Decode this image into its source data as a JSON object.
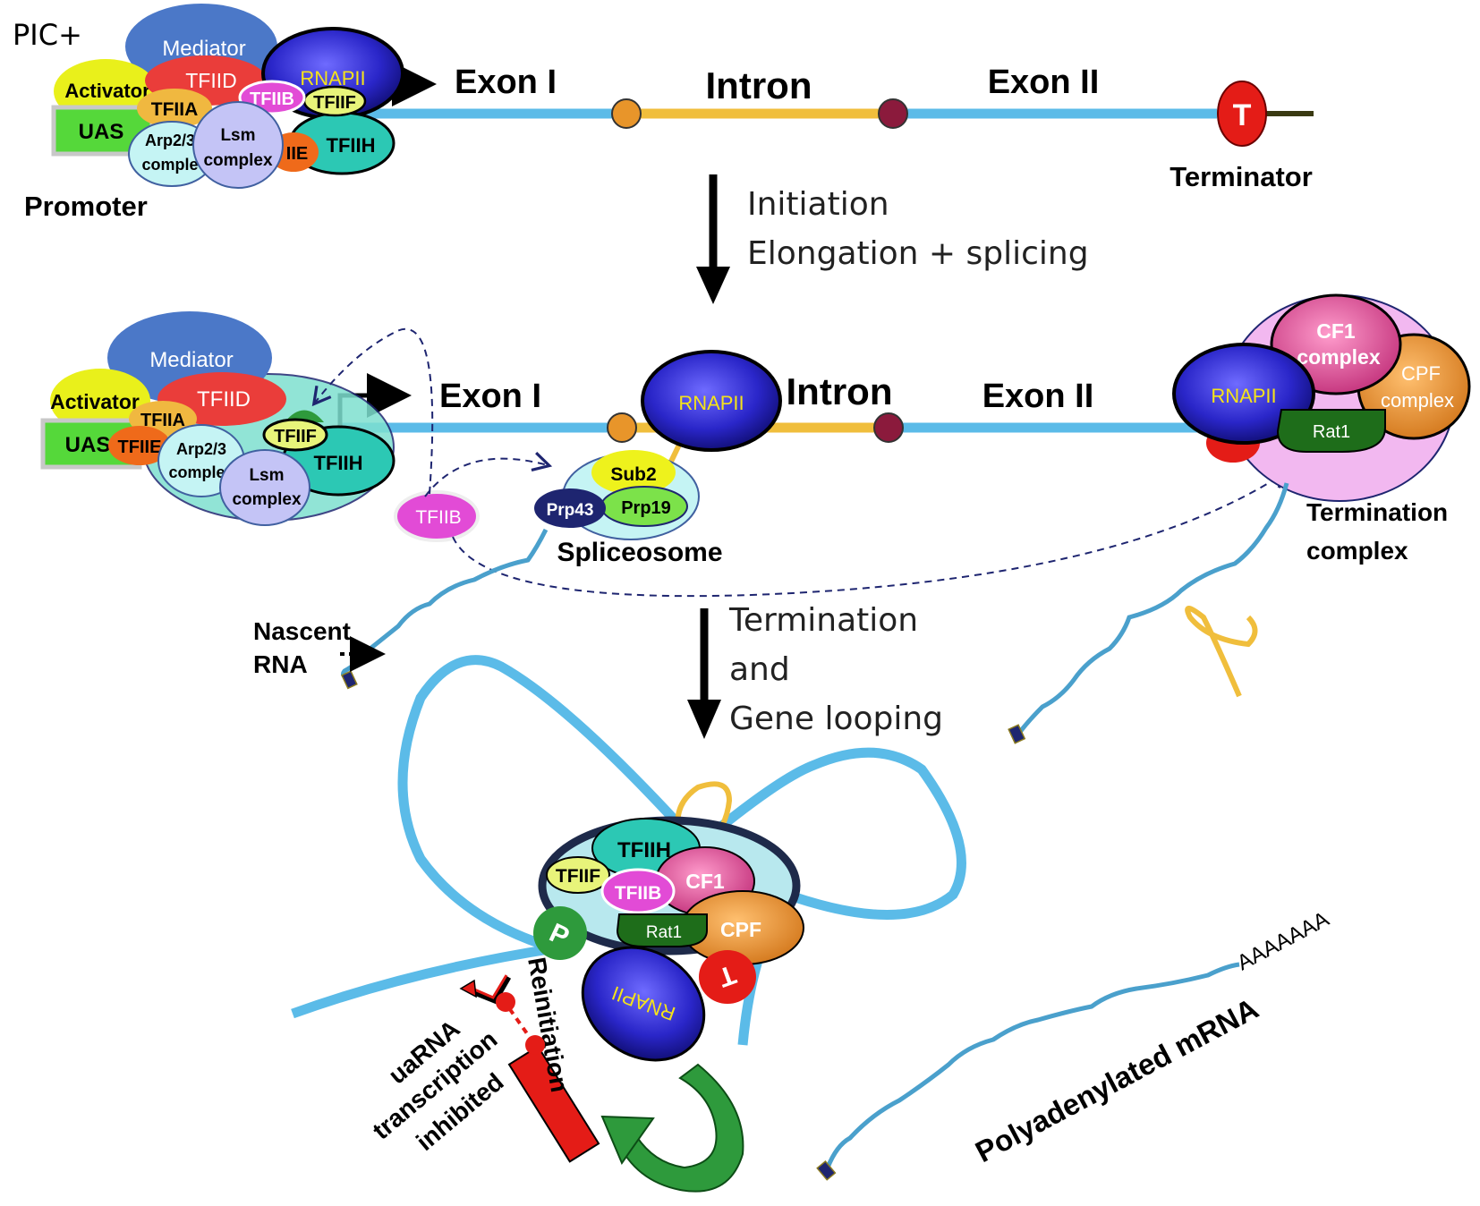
{
  "colors": {
    "dna": "#5bbbe8",
    "intron": "#f0be3c",
    "site5": "#e8952a",
    "site3": "#8b1a3c",
    "terminator": "#e41c17",
    "rnapii": "#2a26c9",
    "arrow_green": "#2e9a3c",
    "dashed": "#1e2570"
  },
  "stage1": {
    "pic_label": "PIC+",
    "promoter_label": "Promoter",
    "exon1": "Exon I",
    "intron": "Intron",
    "exon2": "Exon II",
    "terminator_letter": "T",
    "terminator_label": "Terminator",
    "complex": {
      "mediator": "Mediator",
      "tfiid": "TFIID",
      "rnapii": "RNAPII",
      "activator": "Activator",
      "tfiib": "TFIIB",
      "tfiif": "TFIIF",
      "tfiia": "TFIIA",
      "uas": "UAS",
      "arp_line1": "Arp2/3",
      "arp_line2": "comple",
      "lsm_line1": "Lsm",
      "lsm_line2": "complex",
      "tfiie": "IIE",
      "tfiih": "TFIIH"
    }
  },
  "step1": {
    "line1": "Initiation",
    "line2": "Elongation + splicing"
  },
  "stage2": {
    "exon1": "Exon I",
    "intron": "Intron",
    "exon2": "Exon II",
    "complex": {
      "mediator": "Mediator",
      "activator": "Activator",
      "tfiid": "TFIID",
      "tfiia": "TFIIA",
      "uas": "UAS",
      "tfiie": "TFIIE",
      "tfiif": "TFIIF",
      "arp_line1": "Arp2/3",
      "arp_line2": "complex",
      "lsm_line1": "Lsm",
      "lsm_line2": "complex",
      "tfiih": "TFIIH"
    },
    "tfiib_free": "TFIIB",
    "rnapii": "RNAPII",
    "spliceosome": {
      "sub2": "Sub2",
      "prp43": "Prp43",
      "prp19": "Prp19",
      "label": "Spliceosome"
    },
    "nascent_line1": "Nascent",
    "nascent_line2": "RNA",
    "termination": {
      "cf1_line1": "CF1",
      "cf1_line2": "complex",
      "cpf_line1": "CPF",
      "cpf_line2": "complex",
      "rnapii": "RNAPII",
      "rat1": "Rat1",
      "label_line1": "Termination",
      "label_line2": "complex"
    }
  },
  "step2": {
    "line1": "Termination",
    "line2": "and",
    "line3": "Gene looping"
  },
  "stage3": {
    "tfiih": "TFIIH",
    "tfiif": "TFIIF",
    "tfiib": "TFIIB",
    "cf1": "CF1",
    "p": "P",
    "rat1": "Rat1",
    "cpf": "CPF",
    "t": "T",
    "rnapii": "RNAPII",
    "reinitiation": "Reinitiation",
    "uarna_line1": "uaRNA",
    "uarna_line2": "transcription",
    "uarna_line3": "inhibited",
    "polya_tail": "AAAAAAA",
    "polya_label": "Polyadenylated mRNA"
  }
}
